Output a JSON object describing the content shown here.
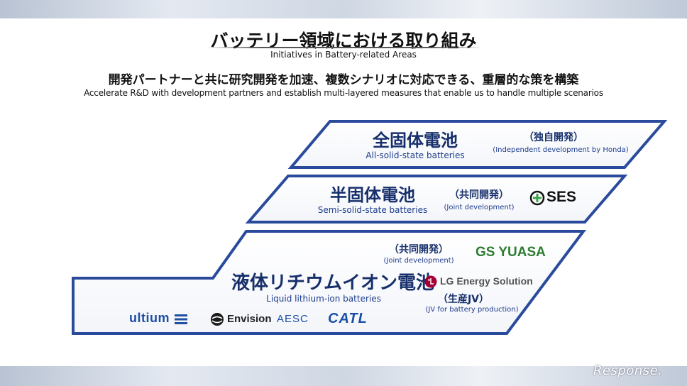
{
  "header": {
    "title_ja": "バッテリー領域における取り組み",
    "title_en": "Initiatives in Battery-related Areas",
    "subtitle_ja": "開発パートナーと共に研究開発を加速、複数シナリオに対応できる、重層的な策を構築",
    "subtitle_en": "Accelerate R&D with development partners and establish multi-layered measures that enable us to handle multiple scenarios"
  },
  "tiers": [
    {
      "name_ja": "全固体電池",
      "name_en": "All-solid-state batteries",
      "mode_ja": "（独自開発）",
      "mode_en": "(Independent development by Honda)"
    },
    {
      "name_ja": "半固体電池",
      "name_en": "Semi-solid-state batteries",
      "mode_ja": "（共同開発）",
      "mode_en": "(Joint development)",
      "partner_logo": "SES"
    },
    {
      "name_ja": "液体リチウムイオン電池",
      "name_en": "Liquid lithium-ion batteries",
      "mode_ja": "（共同開発）",
      "mode_en": "(Joint development)",
      "jv_ja": "（生産JV）",
      "jv_en": "(JV for battery production)",
      "logos": {
        "gs_yuasa": "GS YUASA",
        "lg": "LG Energy Solution",
        "ultium": "ultium",
        "envision": "Envision",
        "aesc": "AESC",
        "catl": "CATL"
      }
    }
  ],
  "colors": {
    "tier_border": "#2a4a9c",
    "text_blue": "#17306c",
    "gs_green": "#2e7d32",
    "lg_red": "#a50034",
    "ultium_blue": "#1f4fa0",
    "catl_blue": "#1a4fa3"
  },
  "watermark": "Response."
}
